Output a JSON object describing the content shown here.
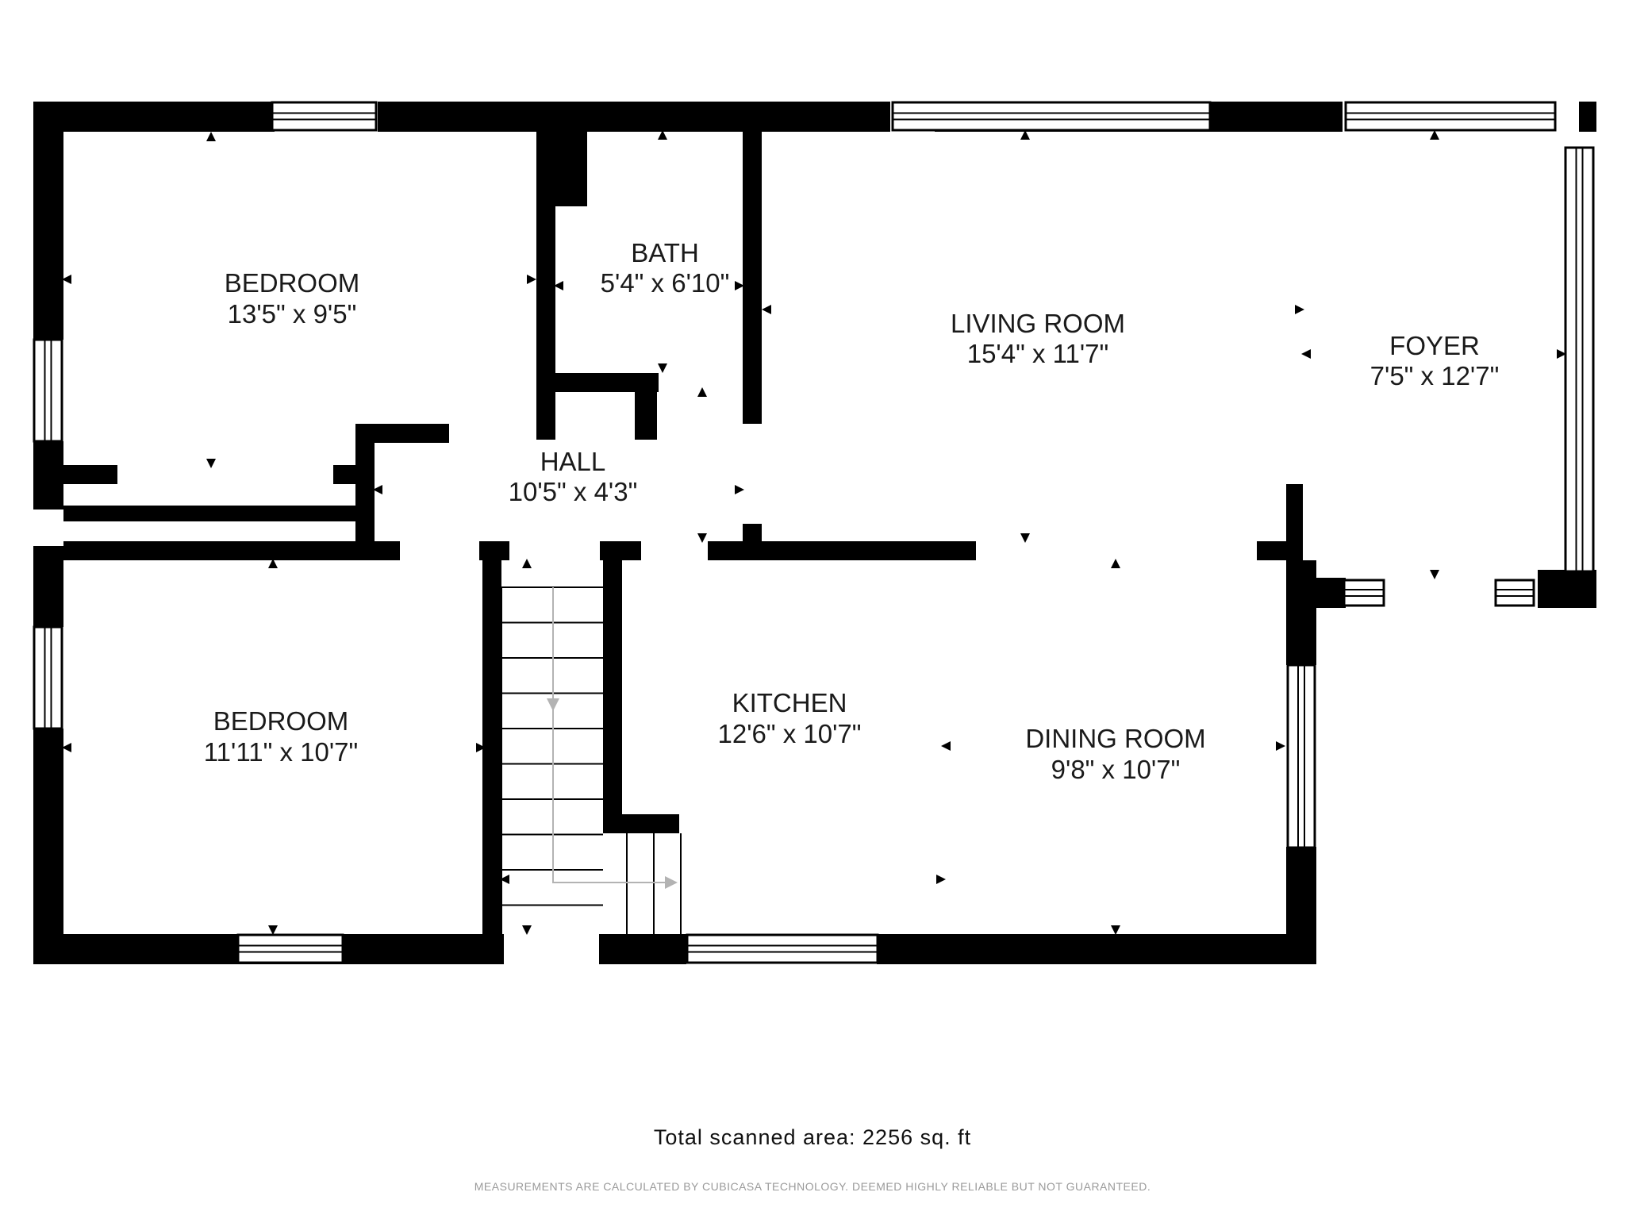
{
  "colors": {
    "wall": "#000000",
    "background": "#ffffff",
    "window_frame": "#000000",
    "window_fill": "#ffffff",
    "stair_lines": "#000000",
    "stair_arrow": "#b3b3b3"
  },
  "rooms": [
    {
      "id": "bedroom-1",
      "name": "BEDROOM",
      "size": "13'5\" x 9'5\""
    },
    {
      "id": "bath",
      "name": "BATH",
      "size": "5'4\" x 6'10\""
    },
    {
      "id": "living-room",
      "name": "LIVING ROOM",
      "size": "15'4\" x 11'7\""
    },
    {
      "id": "foyer",
      "name": "FOYER",
      "size": "7'5\" x 12'7\""
    },
    {
      "id": "hall",
      "name": "HALL",
      "size": "10'5\" x 4'3\""
    },
    {
      "id": "bedroom-2",
      "name": "BEDROOM",
      "size": "11'11\" x 10'7\""
    },
    {
      "id": "kitchen",
      "name": "KITCHEN",
      "size": "12'6\" x 10'7\""
    },
    {
      "id": "dining-room",
      "name": "DINING ROOM",
      "size": "9'8\" x 10'7\""
    }
  ],
  "footer": {
    "total": "Total scanned area: 2256 sq. ft",
    "disclaimer": "MEASUREMENTS ARE CALCULATED BY CUBICASA TECHNOLOGY. DEEMED HIGHLY RELIABLE BUT NOT GUARANTEED."
  }
}
